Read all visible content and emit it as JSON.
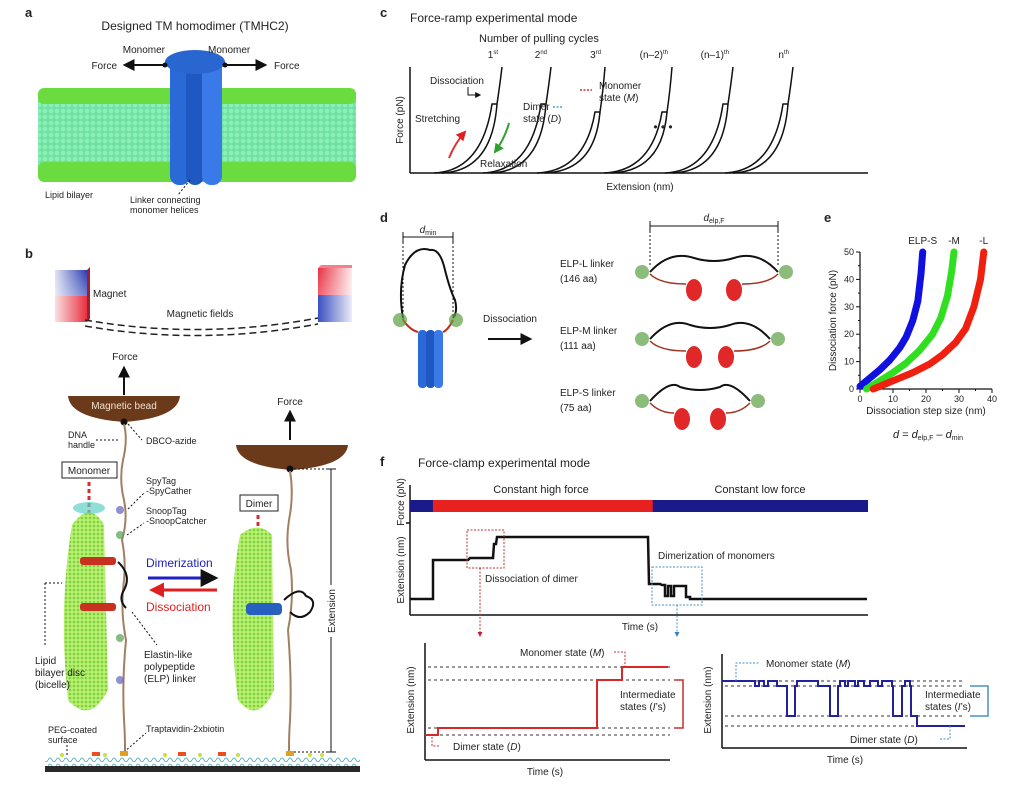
{
  "panel_a": {
    "label": "a",
    "title": "Designed TM homodimer (TMHC2)",
    "monomer_left": "Monomer",
    "monomer_right": "Monomer",
    "force_left": "Force",
    "force_right": "Force",
    "lipid_bilayer": "Lipid bilayer",
    "linker_line1": "Linker connecting",
    "linker_line2": "monomer helices"
  },
  "panel_b": {
    "label": "b",
    "magnet": "Magnet",
    "magnetic_fields": "Magnetic fields",
    "force_left": "Force",
    "force_right": "Force",
    "magnetic_bead": "Magnetic bead",
    "dna_handle_1": "DNA",
    "dna_handle_2": "handle",
    "dbco": "DBCO-azide",
    "monomer_box": "Monomer",
    "dimer_box": "Dimer",
    "spytag_1": "SpyTag",
    "spytag_2": "-SpyCather",
    "snooptag_1": "SnoopTag",
    "snooptag_2": "-SnoopCatcher",
    "dimerization": "Dimerization",
    "dissociation": "Dissociation",
    "lipid_disc_1": "Lipid",
    "lipid_disc_2": "bilayer disc",
    "lipid_disc_3": "(bicelle)",
    "elp_1": "Elastin-like",
    "elp_2": "polypeptide",
    "elp_3": "(ELP) linker",
    "extension": "Extension",
    "peg_1": "PEG-coated",
    "peg_2": "surface",
    "traptavidin": "Traptavidin-2xbiotin",
    "colors": {
      "dimerization": "#2020c0",
      "dissociation": "#e02020",
      "bead": "#6b3a1a"
    }
  },
  "panel_c": {
    "label": "c",
    "title": "Force-ramp experimental mode",
    "cycles_header": "Number of pulling cycles",
    "cycles": [
      {
        "base": "1",
        "sup": "st"
      },
      {
        "base": "2",
        "sup": "nd"
      },
      {
        "base": "3",
        "sup": "rd"
      },
      {
        "base": "(n–2)",
        "sup": "th"
      },
      {
        "base": "(n–1)",
        "sup": "th"
      },
      {
        "base": "n",
        "sup": "th"
      }
    ],
    "ellipsis": "• • •",
    "ylabel": "Force (pN)",
    "xlabel": "Extension (nm)",
    "dissociation": "Dissociation",
    "stretching": "Stretching",
    "relaxation": "Relaxation",
    "monomer_1": "Monomer",
    "monomer_2": "state (",
    "monomer_sym": "M",
    "dimer_1": "Dimer",
    "dimer_2": "state (",
    "dimer_sym": "D",
    "close_paren": ")"
  },
  "panel_d": {
    "label": "d",
    "dmin": "d",
    "dmin_sub": "min",
    "delp": "d",
    "delp_sub": "elp,F",
    "dissociation": "Dissociation",
    "linkers": [
      {
        "name": "ELP-L linker",
        "length": "(146 aa)"
      },
      {
        "name": "ELP-M linker",
        "length": "(111 aa)"
      },
      {
        "name": "ELP-S linker",
        "length": "(75 aa)"
      }
    ]
  },
  "panel_e": {
    "label": "e",
    "formula_d": "d",
    "formula_eq": " = ",
    "formula_delp": "d",
    "formula_delp_sub": "elp,F",
    "formula_minus": " – ",
    "formula_dmin": "d",
    "formula_dmin_sub": "min"
  },
  "panel_f": {
    "label": "f",
    "title": "Force-clamp experimental mode",
    "force_ylabel": "Force (pN)",
    "ext_ylabel": "Extension (nm)",
    "xlabel": "Time (s)",
    "high_force": "Constant high force",
    "low_force": "Constant low force",
    "dissociation_of_dimer": "Dissociation of dimer",
    "dimerization_of_monomers": "Dimerization of monomers",
    "force_profile": {
      "low_color": "#1a1a8a",
      "high_color": "#e82020",
      "high_start_frac": 0.05,
      "high_end_frac": 0.53
    },
    "inset_left": {
      "ylabel": "Extension (nm)",
      "xlabel": "Time (s)",
      "monomer": "Monomer state (",
      "monomer_sym": "M",
      "dimer": "Dimer state (",
      "dimer_sym": "D",
      "intermediate_1": "Intermediate",
      "intermediate_2": "states (",
      "intermediate_sym": "I",
      "intermediate_end": "’s)",
      "close_paren": ")",
      "color": "#d82828"
    },
    "inset_right": {
      "ylabel": "Extension (nm)",
      "xlabel": "Time (s)",
      "monomer": "Monomer state (",
      "monomer_sym": "M",
      "dimer": "Dimer state (",
      "dimer_sym": "D",
      "intermediate_1": "Intermediate",
      "intermediate_2": "states (",
      "intermediate_sym": "I",
      "intermediate_end": "’s)",
      "close_paren": ")",
      "color": "#22229a"
    }
  },
  "chart_data": [
    {
      "type": "line",
      "panel": "e",
      "title": "",
      "xlabel": "Dissociation step size (nm)",
      "ylabel": "Dissociation force (pN)",
      "xlim": [
        0,
        40
      ],
      "ylim": [
        0,
        50
      ],
      "xticks": [
        0,
        10,
        20,
        30,
        40
      ],
      "yticks": [
        0,
        10,
        20,
        30,
        40,
        50
      ],
      "grid": false,
      "legend": "top (labels above curve ends)",
      "series": [
        {
          "name": "ELP-S",
          "color": "#1010e0",
          "x": [
            0,
            3,
            6,
            9,
            12,
            14,
            16,
            17.5,
            18.5,
            19
          ],
          "y": [
            1,
            4,
            7,
            10.5,
            15,
            19,
            25,
            32,
            42,
            50
          ]
        },
        {
          "name": "-M",
          "color": "#30e020",
          "x": [
            2,
            6,
            10,
            14,
            18,
            22,
            24.5,
            26.5,
            27.8,
            28.5
          ],
          "y": [
            0,
            3,
            6,
            9.5,
            14,
            20,
            26,
            34,
            43,
            50
          ]
        },
        {
          "name": "-L",
          "color": "#f02010",
          "x": [
            4,
            10,
            16,
            21,
            25,
            29,
            32,
            34.5,
            36.5,
            37.5
          ],
          "y": [
            0,
            3,
            6,
            9,
            12.5,
            17,
            22,
            30,
            40,
            50
          ]
        }
      ]
    }
  ]
}
